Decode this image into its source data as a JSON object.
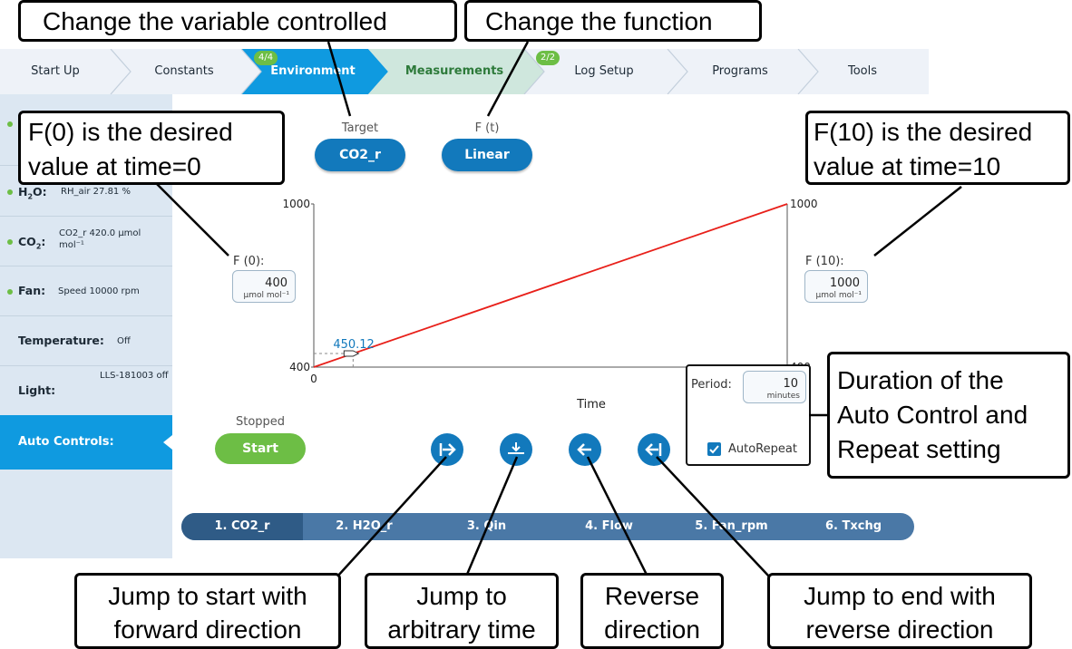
{
  "nav": {
    "tabs": [
      {
        "label": "Start Up"
      },
      {
        "label": "Constants"
      },
      {
        "label": "Environment",
        "badge": "4/4"
      },
      {
        "label": "Measurements"
      },
      {
        "label": "Log Setup",
        "badge": "2/2"
      },
      {
        "label": "Programs"
      },
      {
        "label": "Tools"
      }
    ]
  },
  "sidebar": {
    "h2o": {
      "value": "RH_air 27.81 %"
    },
    "co2": {
      "value": "CO2_r 420.0 µmol mol⁻¹"
    },
    "fan": {
      "label": "Fan:",
      "value": "Speed 10000 rpm"
    },
    "temperature": {
      "label": "Temperature:",
      "value": "Off"
    },
    "light": {
      "label": "Light:",
      "value": "LLS-181003 off"
    },
    "auto": {
      "label": "Auto Controls:"
    }
  },
  "target": {
    "label": "Target",
    "value": "CO2_r"
  },
  "function": {
    "label": "F (t)",
    "value": "Linear"
  },
  "f0": {
    "label": "F (0):",
    "value": "400",
    "unit": "µmol mol⁻¹"
  },
  "f10": {
    "label": "F (10):",
    "value": "1000",
    "unit": "µmol mol⁻¹"
  },
  "chart_data": {
    "type": "line",
    "series": [
      {
        "x": [
          0,
          10
        ],
        "y": [
          400,
          1000
        ]
      }
    ],
    "xlabel": "Time",
    "x_tick_labels": [
      "0"
    ],
    "y_tick_labels_left": [
      "400",
      "1000"
    ],
    "y_tick_labels_right": [
      "400",
      "1000"
    ],
    "xlim": [
      0,
      10
    ],
    "ylim": [
      400,
      1000
    ],
    "cursor": {
      "x": 0.83,
      "y": 450.12,
      "label": "450.12"
    },
    "line_color": "#e8201a"
  },
  "period": {
    "label": "Period:",
    "value": "10",
    "unit": "minutes"
  },
  "autorepeat": {
    "label": "AutoRepeat",
    "checked": true
  },
  "status": "Stopped",
  "start_label": "Start",
  "tabs": [
    "1. CO2_r",
    "2. H2O_r",
    "3. Qin",
    "4. Flow",
    "5. Fan_rpm",
    "6. Txchg"
  ],
  "callouts": {
    "variable": "Change the variable controlled",
    "function": "Change the function",
    "f0": [
      "F(0) is the desired",
      "value at time=0"
    ],
    "f10": [
      "F(10) is the desired",
      "value at time=10"
    ],
    "duration": [
      "Duration of the",
      "Auto Control and",
      "Repeat setting"
    ],
    "jump_start": [
      "Jump to start with",
      "forward direction"
    ],
    "jump_arbitrary": [
      "Jump to",
      "arbitrary time"
    ],
    "reverse": [
      "Reverse",
      "direction"
    ],
    "jump_end": [
      "Jump to end with",
      "reverse direction"
    ]
  },
  "colors": {
    "accent": "#0f9ae0",
    "button": "#1279bc",
    "go": "#6dbe45",
    "sidebar": "#dce7f2"
  }
}
